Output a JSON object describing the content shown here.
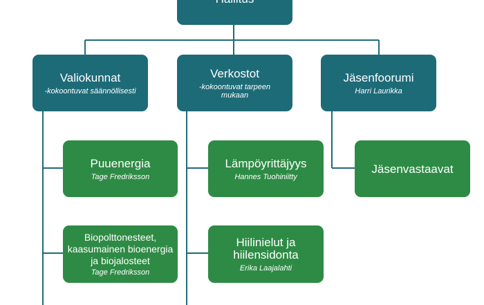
{
  "colors": {
    "teal": "#1e6b78",
    "green": "#2e8b45",
    "line": "#1e6b78"
  },
  "root": {
    "title": "Hallitus"
  },
  "branches": [
    {
      "title": "Valiokunnat",
      "subtitle": "-kokoontuvat säännöllisesti"
    },
    {
      "title": "Verkostot",
      "subtitle": "-kokoontuvat tarpeen mukaan"
    },
    {
      "title": "Jäsenfoorumi",
      "subtitle": "Harri Laurikka"
    }
  ],
  "groups": [
    {
      "title": "Puuenergia",
      "subtitle": "Tage Fredriksson"
    },
    {
      "title": "Biopolttonesteet, kaasumainen bioenergia ja biojalosteet",
      "subtitle": "Tage Fredriksson"
    },
    {
      "title": "Lämpöyrittäjyys",
      "subtitle": "Hannes Tuohiniitty"
    },
    {
      "title": "Hiilinielut ja hiilensidonta",
      "subtitle": "Erika Laajalahti"
    },
    {
      "title": "Jäsenvastaavat",
      "subtitle": ""
    }
  ]
}
